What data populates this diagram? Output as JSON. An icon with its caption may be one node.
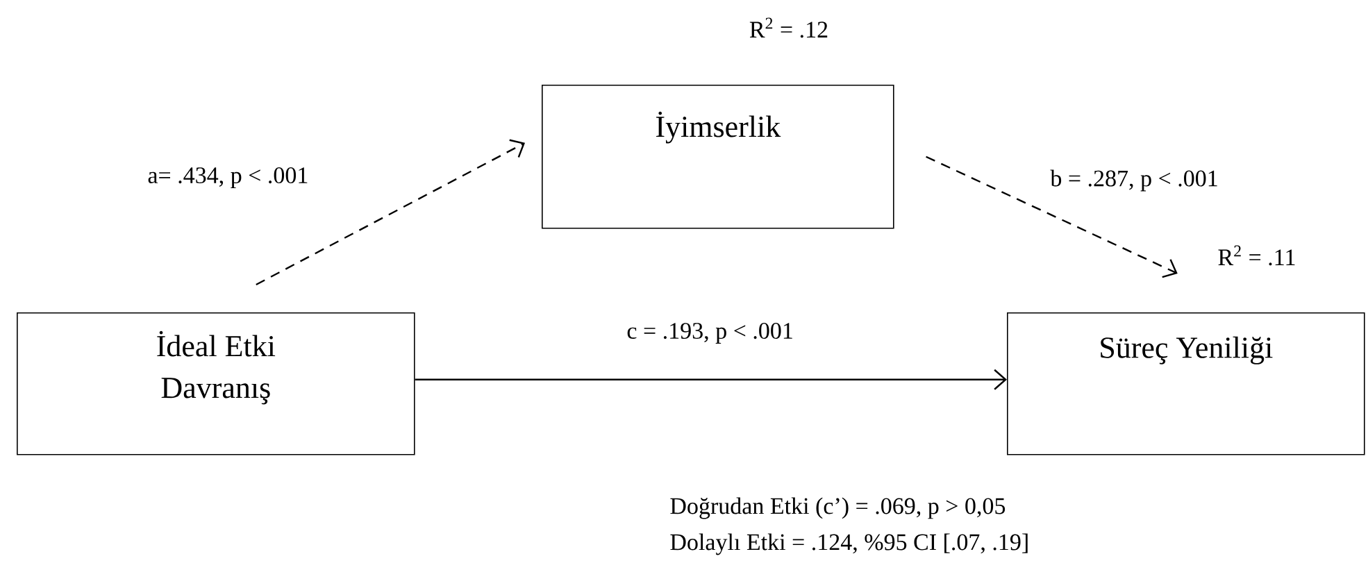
{
  "diagram": {
    "nodes": [
      {
        "text": [
          "İdeal Etki Davranış"
        ]
      },
      {
        "text": [
          "İyimserlik"
        ]
      },
      {
        "text": [
          "Süreç Yeniliği"
        ]
      }
    ],
    "edges": [
      {
        "from": 0,
        "to": 1,
        "arrow": "to",
        "style": "dashed",
        "label": "a= .434, p < .001"
      },
      {
        "from": 1,
        "to": 2,
        "arrow": "to",
        "style": "dashed",
        "label": "b = .287, p < .001"
      },
      {
        "from": 0,
        "to": 2,
        "arrow": "to",
        "label": "c = .193, p < .001"
      }
    ],
    "labels": [
      "R$^{2}$ = .12",
      "R$^{2}$ = .11",
      "Doğrudan Etki (c’) = .069, p > 0,05",
      "Dolaylı Etki = .124, %95 CI [.07, .19]"
    ]
  }
}
